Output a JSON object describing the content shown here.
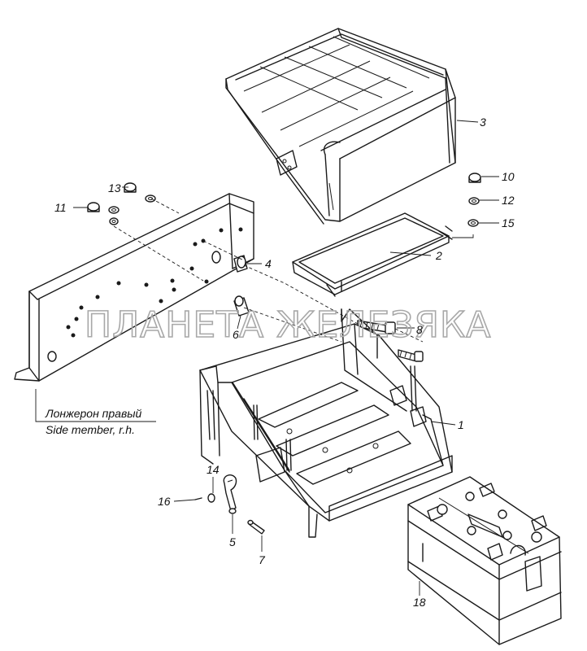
{
  "watermark": "ПЛАНЕТА ЖЕЛЕЗЯКА",
  "caption": {
    "line1": "Лонжерон правый",
    "line2": "Side member, r.h."
  },
  "part_labels": [
    "1",
    "2",
    "3",
    "4",
    "5",
    "6",
    "7",
    "8",
    "10",
    "11",
    "12",
    "13",
    "14",
    "15",
    "16",
    "18"
  ]
}
